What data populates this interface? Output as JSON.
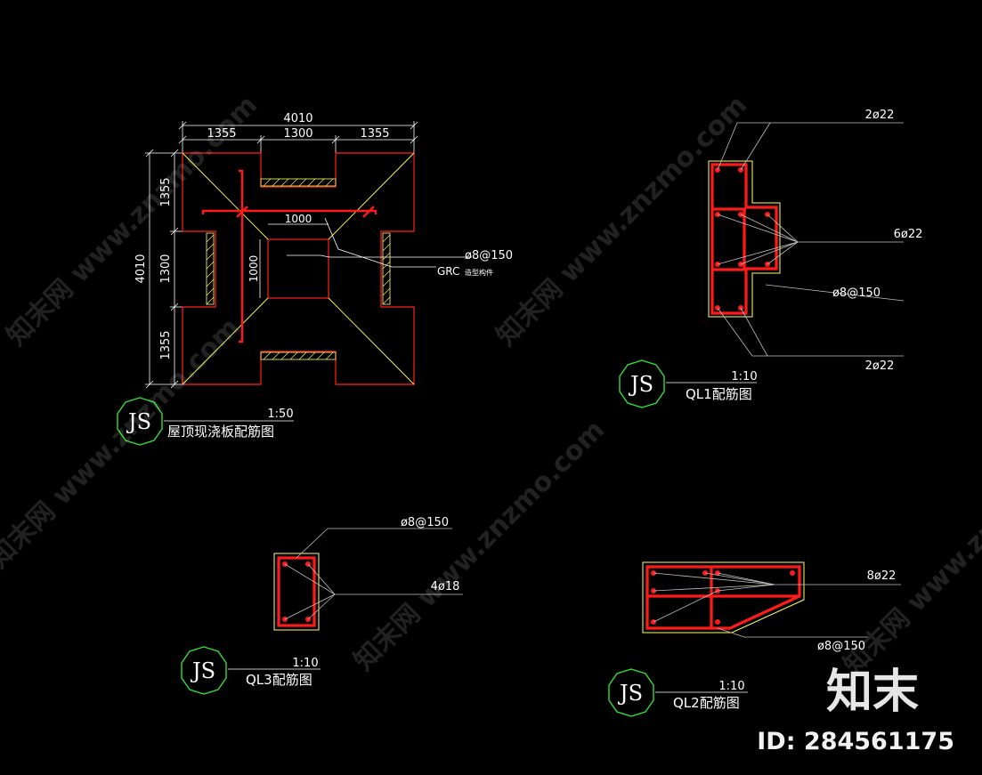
{
  "plan": {
    "dim_total_top": "4010",
    "dim_top_left": "1355",
    "dim_top_mid": "1300",
    "dim_top_right": "1355",
    "dim_total_left": "4010",
    "dim_left_top": "1355",
    "dim_left_mid": "1300",
    "dim_left_bottom": "1355",
    "dim_opening_w": "1000",
    "dim_opening_h": "1000",
    "rebar_label": "ø8@150",
    "grc_label": "GRC",
    "grc_suffix": "造型构件",
    "scale": "1:50",
    "title": "屋顶现浇板配筋图"
  },
  "ql1": {
    "label_top": "2ø22",
    "label_mid": "6ø22",
    "label_stirrup": "ø8@150",
    "label_bottom": "2ø22",
    "scale": "1:10",
    "title": "QL1配筋图"
  },
  "ql3": {
    "label_stirrup": "ø8@150",
    "label_main": "4ø18",
    "scale": "1:10",
    "title": "QL3配筋图"
  },
  "ql2": {
    "label_main": "8ø22",
    "label_stirrup": "ø8@150",
    "scale": "1:10",
    "title": "QL2配筋图"
  },
  "badge_text": "JS",
  "watermark": {
    "text": "知末网 www.znzmo.com",
    "logo": "知末",
    "id": "ID: 284561175"
  }
}
